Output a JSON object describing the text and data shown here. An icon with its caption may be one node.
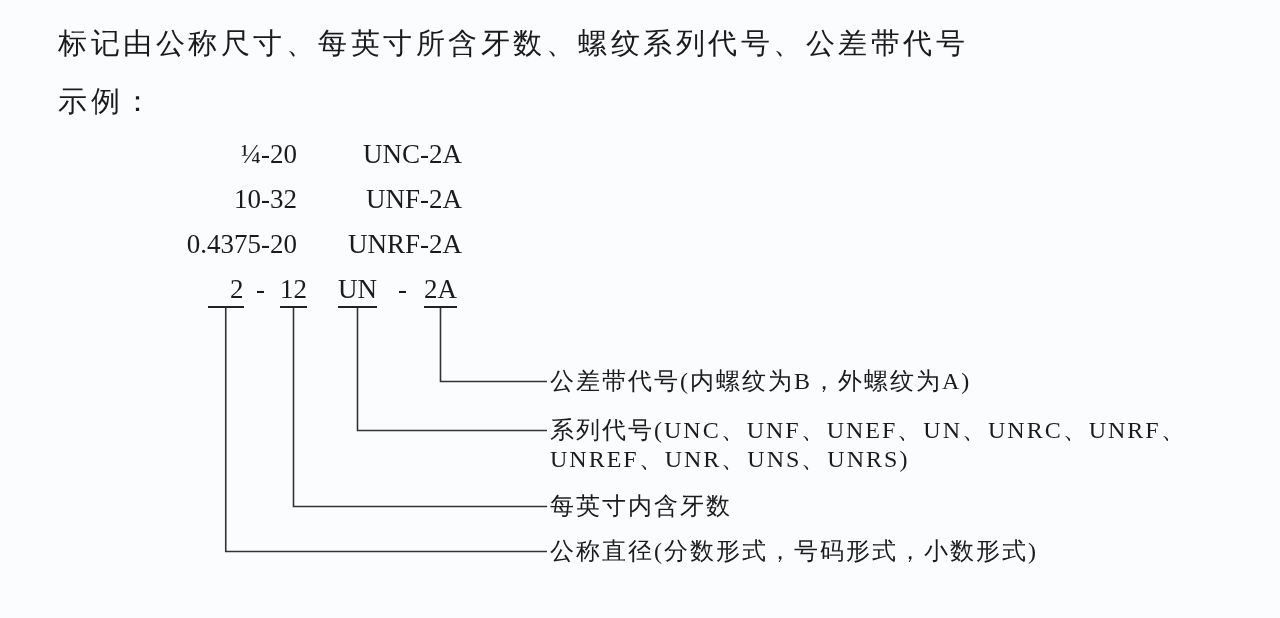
{
  "diagram": {
    "nodes": [
      {
        "text": [
          "2"
        ]
      },
      {
        "text": [
          "12"
        ]
      },
      {
        "text": [
          "UN"
        ]
      },
      {
        "text": [
          "2A"
        ]
      },
      {
        "text": [
          "公差带代号(内螺纹为B，外螺纹为A)"
        ]
      },
      {
        "text": [
          "系列代号(UNC、UNF、UNEF、UN、UNRC、UNRF、UNREF、UNR、UNS、UNRS)"
        ]
      },
      {
        "text": [
          "每英寸内含牙数"
        ]
      },
      {
        "text": [
          "公称直径(分数形式，号码形式，小数形式)"
        ]
      }
    ],
    "edges": [
      {
        "from": 4,
        "to": 3,
        "arrow": "none"
      },
      {
        "from": 5,
        "to": 2,
        "arrow": "none"
      },
      {
        "from": 6,
        "to": 1,
        "arrow": "none"
      },
      {
        "from": 7,
        "to": 0,
        "arrow": "none"
      }
    ],
    "labels": [
      "标记由公称尺寸、每英寸所含牙数、螺纹系列代号、公差带代号",
      "示例：",
      "¼-20",
      "UNC-2A",
      "10-32",
      "UNF-2A",
      "0.4375-20",
      "UNRF-2A",
      "-",
      "-"
    ]
  }
}
